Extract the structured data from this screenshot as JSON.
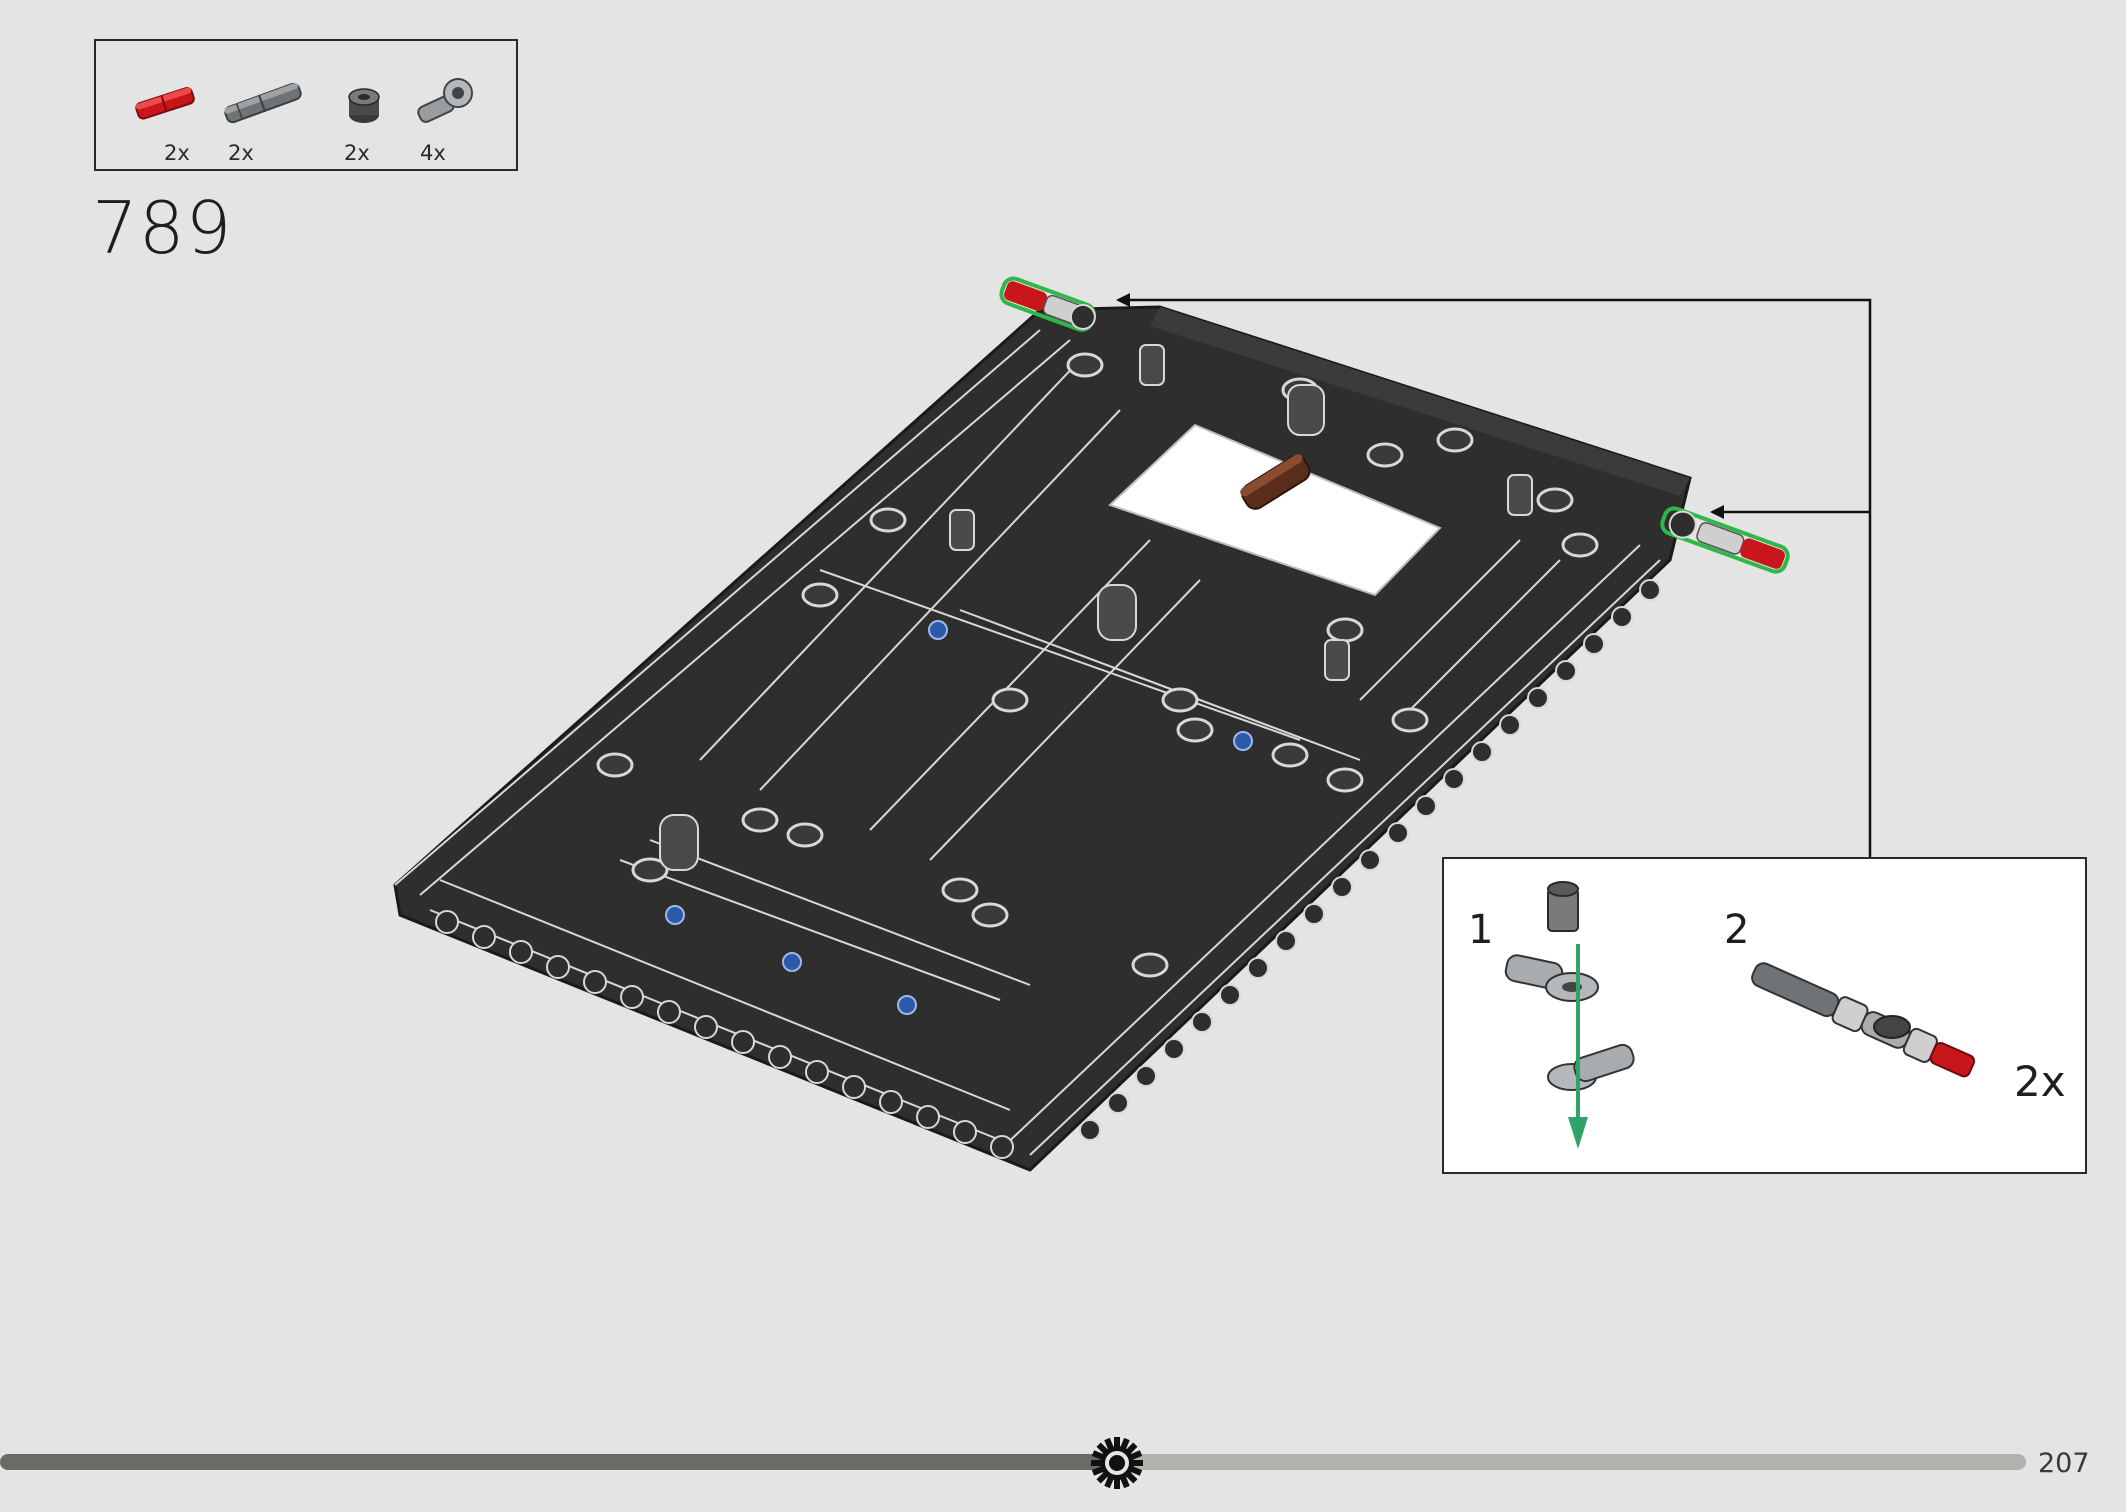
{
  "step": {
    "number": "789"
  },
  "parts_list": [
    {
      "icon": "red-axle-pin-icon",
      "qty": "2x"
    },
    {
      "icon": "grey-long-pin-icon",
      "qty": "2x"
    },
    {
      "icon": "dark-bush-icon",
      "qty": "2x"
    },
    {
      "icon": "axle-connector-icon",
      "qty": "4x"
    }
  ],
  "callout": {
    "sub_steps": [
      {
        "label": "1"
      },
      {
        "label": "2"
      }
    ],
    "quantity": "2x"
  },
  "footer": {
    "page_number": "207",
    "progress": 0.55
  },
  "colors": {
    "background": "#e4e4e4",
    "frame_dark": "#2e2e2e",
    "highlight_green": "#2fb84a",
    "pin_red": "#d11a1a",
    "axle_brown": "#5a2e1c"
  }
}
